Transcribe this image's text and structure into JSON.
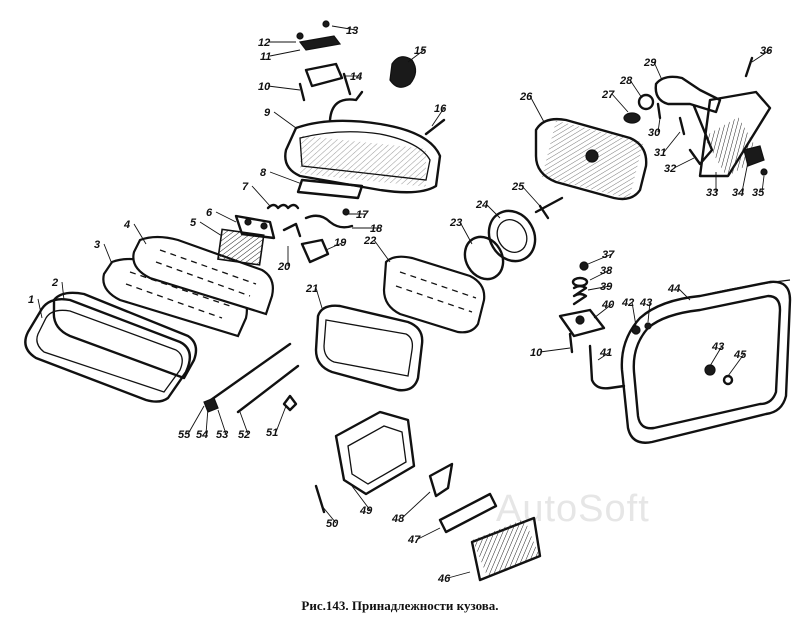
{
  "figure": {
    "caption": "Рис.143. Принадлежности кузова.",
    "watermark": "AutoSoft"
  },
  "callouts": [
    "1",
    "2",
    "3",
    "4",
    "5",
    "6",
    "7",
    "8",
    "9",
    "10",
    "11",
    "12",
    "13",
    "14",
    "15",
    "16",
    "17",
    "18",
    "19",
    "20",
    "21",
    "22",
    "23",
    "24",
    "25",
    "26",
    "27",
    "28",
    "29",
    "30",
    "31",
    "32",
    "33",
    "34",
    "35",
    "36",
    "37",
    "38",
    "39",
    "40",
    "10",
    "41",
    "42",
    "43",
    "44",
    "43",
    "45",
    "46",
    "47",
    "48",
    "49",
    "50",
    "51",
    "52",
    "53",
    "54",
    "55"
  ]
}
